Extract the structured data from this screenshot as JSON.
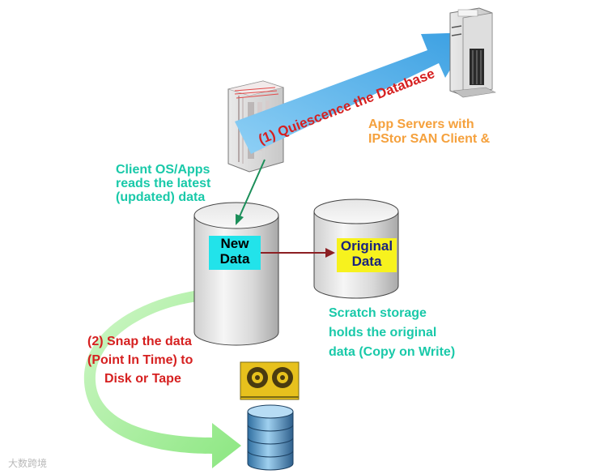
{
  "labels": {
    "step1": "(1) Quiescence the Database",
    "app_servers_line1": "App Servers with",
    "app_servers_line2": "IPStor SAN Client &",
    "client_line1": "Client OS/Apps",
    "client_line2": "reads the latest",
    "client_line3": "(updated) data",
    "new_data_line1": "New",
    "new_data_line2": "Data",
    "original_line1": "Original",
    "original_line2": "Data",
    "scratch_line1": "Scratch storage",
    "scratch_line2": "holds the original",
    "scratch_line3": "data (Copy on Write)",
    "step2_line1": "(2) Snap the data",
    "step2_line2": "(Point In Time) to",
    "step2_line3": "Disk or Tape"
  },
  "watermark": "大数跨境",
  "colors": {
    "teal_text": "#19c9a9",
    "orange_text": "#f5a13d",
    "red_text": "#d62020",
    "new_data_box": "#22e3ea",
    "original_data_box": "#f7f21e",
    "blue_arrow": "#5fb4ea",
    "green_arrow": "#a6ee99"
  }
}
